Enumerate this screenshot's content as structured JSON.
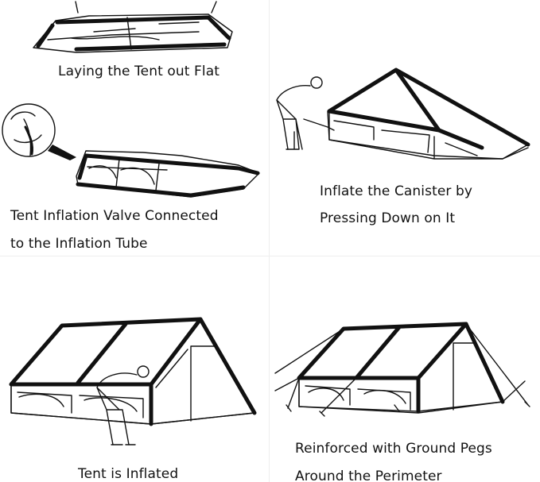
{
  "steps": [
    {
      "caption_lines": [
        "Laying the Tent out Flat"
      ]
    },
    {
      "caption_lines": [
        "Tent Inflation Valve Connected",
        "to the Inflation Tube"
      ]
    },
    {
      "caption_lines": [
        "Inflate the Canister by",
        "Pressing Down on It"
      ]
    },
    {
      "caption_lines": [
        "Tent is Inflated"
      ]
    },
    {
      "caption_lines": [
        "Reinforced with Ground Pegs",
        "Around the Perimeter"
      ]
    }
  ]
}
